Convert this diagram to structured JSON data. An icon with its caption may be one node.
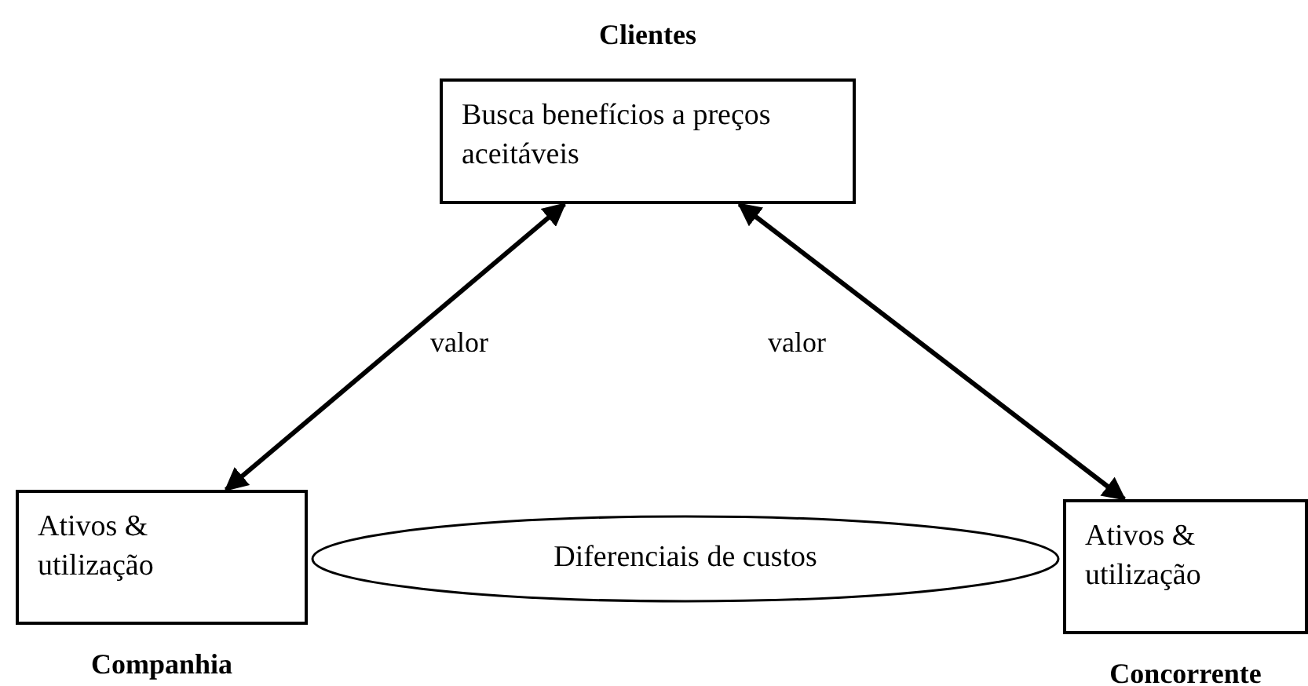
{
  "diagram": {
    "nodes": [
      {
        "text": [
          "Clientes",
          "Busca benefícios a preços aceitáveis"
        ]
      },
      {
        "text": [
          "Ativos & utilização",
          "Companhia"
        ]
      },
      {
        "text": [
          "Diferenciais de custos"
        ]
      },
      {
        "text": [
          "Ativos & utilização",
          "Concorrente"
        ]
      }
    ],
    "edges": [
      {
        "from": 0,
        "to": 1,
        "arrow": "both",
        "label": "valor"
      },
      {
        "from": 0,
        "to": 3,
        "arrow": "both",
        "label": "valor"
      }
    ]
  }
}
